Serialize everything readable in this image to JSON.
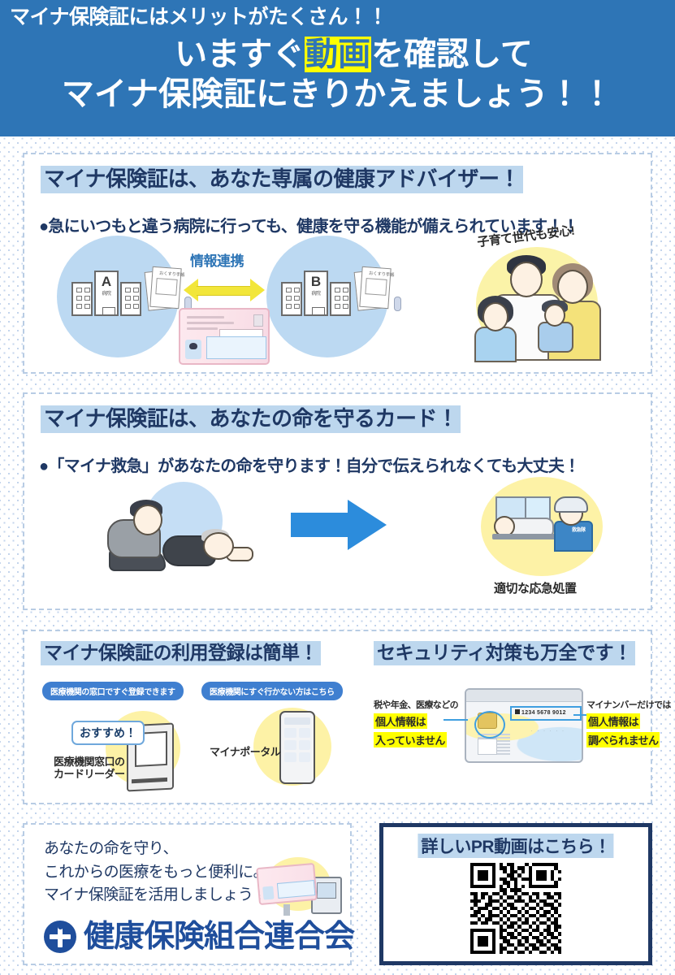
{
  "header": {
    "kicker": "マイナ保険証にはメリットがたくさん！！",
    "line1_pre": "いますぐ",
    "line1_highlight": "動画",
    "line1_post": "を確認して",
    "line2": "マイナ保険証にきりかえましょう！！",
    "bg_color": "#2E75B6",
    "highlight_color": "#FFFF00"
  },
  "section1": {
    "heading": "マイナ保険証は、あなた専属の健康アドバイザー！",
    "subheading": "●急にいつもと違う病院に行っても、健康を守る機能が備えられています！！",
    "illustration": {
      "hospital_a_letter": "A",
      "hospital_a_label": "病院",
      "hospital_b_letter": "B",
      "hospital_b_label": "病院",
      "link_label": "情報連携",
      "medicine_book_label": "おくすり手帳",
      "family_caption": "子育て世代も安心!"
    }
  },
  "section2": {
    "heading": "マイナ保険証は、あなたの命を守るカード！",
    "subheading": "●「マイナ救急」があなたの命を守ります！自分で伝えられなくても大丈夫！",
    "illustration": {
      "ambulance_caption": "適切な応急処置",
      "emt_uniform_text": "救急隊"
    }
  },
  "section3": {
    "heading_left": "マイナ保険証の利用登録は簡単！",
    "heading_right": "セキュリティ対策も万全です！",
    "registration": {
      "pill_left": "医療機関の窓口ですぐ登録できます",
      "pill_right": "医療機関にすぐ行かない方はこちら",
      "recommend_badge": "おすすめ！",
      "reader_label_line1": "医療機関窓口の",
      "reader_label_line2": "カードリーダー",
      "portal_label": "マイナポータル"
    },
    "security": {
      "left_note_line1": "税や年金、医療などの",
      "left_note_line2": "個人情報は",
      "left_note_line3": "入っていません",
      "right_note_line1": "マイナンバーだけでは",
      "right_note_line2": "個人情報は",
      "right_note_line3": "調べられません",
      "card_number": "1234 5678 9012",
      "highlight_color": "#FFFF00"
    }
  },
  "footer": {
    "message_line1": "あなたの命を守り、",
    "message_line2": "これからの医療をもっと便利に。",
    "message_line3": "マイナ保険証を活用しましょう！",
    "organization": "健康保険組合連合会",
    "org_color": "#1F4E9C"
  },
  "qr_panel": {
    "title": "詳しいPR動画はこちら！",
    "border_color": "#1F3864",
    "title_highlight": "#BDD7EE",
    "qr_matrix": [
      "1111111010110001011111110",
      "1000001011010110100000010",
      "1011101001011010101110101",
      "1011101000110100101110100",
      "1011101011011011101110101",
      "1000001001101000100000010",
      "1111111010101010111111110",
      "0000000011011100000000000",
      "1101101101001011011011011",
      "0101010010110100101001101",
      "1110011101001110110110010",
      "0100110010110001001011101",
      "1011101101011010110100110",
      "0110010010100101001011010",
      "1101011101011010110110101",
      "0010110010100101001001010",
      "1101101101011011010110110",
      "0000000010110100101001011",
      "1111111011001011011011010",
      "1000001010110100100101101",
      "1011101011011011011010110",
      "1011101001100101001101001",
      "1011101010110110110110110",
      "1000001011001001011001011",
      "1111111010110110100110101"
    ]
  }
}
